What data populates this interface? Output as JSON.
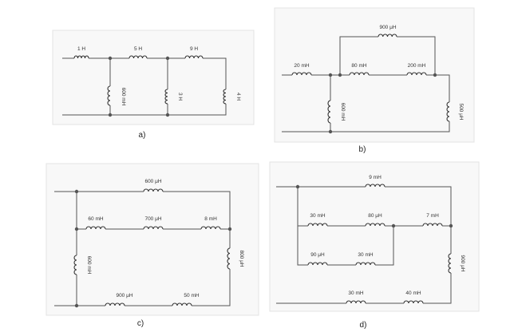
{
  "diagram": {
    "a": {
      "caption": "a)",
      "labels": [
        "1 H",
        "5 H",
        "9 H",
        "600 mH",
        "3 H",
        "4 H"
      ]
    },
    "b": {
      "caption": "b)",
      "labels": [
        "900 μH",
        "20 mH",
        "80 mH",
        "200 mH",
        "600 mH",
        "500 μH"
      ]
    },
    "c": {
      "caption": "c)",
      "labels": [
        "600 μH",
        "60 mH",
        "700 μH",
        "8 mH",
        "600 mH",
        "800 μH",
        "900 μH",
        "50 mH"
      ]
    },
    "d": {
      "caption": "d)",
      "labels": [
        "9 mH",
        "30 mH",
        "80 μH",
        "7 mH",
        "90 μH",
        "30 mH",
        "900 μH",
        "30 mH",
        "40 mH"
      ]
    }
  }
}
